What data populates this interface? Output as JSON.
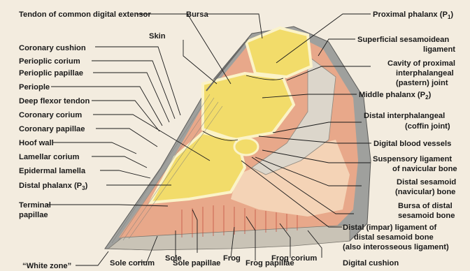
{
  "labels": {
    "tendon_extensor": "Tendon of common digital extensor",
    "bursa": "Bursa",
    "skin": "Skin",
    "coronary_cushion": "Coronary cushion",
    "perioplic_corium": "Perioplic corium",
    "perioplic_papillae": "Perioplic papillae",
    "periople": "Periople",
    "deep_flexor": "Deep flexor tendon",
    "coronary_corium": "Coronary corium",
    "coronary_papillae": "Coronary papillae",
    "hoof_wall": "Hoof wall",
    "lamellar_corium": "Lamellar corium",
    "epidermal_lamella": "Epidermal lamella",
    "distal_phalanx": "Distal phalanx (P",
    "distal_phalanx_sub": "3",
    "distal_phalanx_end": ")",
    "terminal_papillae_1": "Terminal",
    "terminal_papillae_2": "papillae",
    "white_zone": "“White zone”",
    "sole_corium": "Sole corium",
    "sole": "Sole",
    "sole_papillae": "Sole papillae",
    "frog": "Frog",
    "frog_papillae": "Frog papillae",
    "frog_corium": "Frog corium",
    "digital_cushion": "Digital cushion",
    "proximal_phalanx": "Proximal phalanx (P",
    "proximal_phalanx_sub": "1",
    "proximal_phalanx_end": ")",
    "sup_sesamoidean_1": "Superficial sesamoidean",
    "sup_sesamoidean_2": "ligament",
    "cavity_1": "Cavity of proximal",
    "cavity_2": "interphalangeal",
    "cavity_3": "(pastern) joint",
    "middle_phalanx": "Middle phalanx (P",
    "middle_phalanx_sub": "2",
    "middle_phalanx_end": ")",
    "distal_ip_1": "Distal interphalangeal",
    "distal_ip_2": "(coffin joint)",
    "digital_blood": "Digital blood vessels",
    "suspensory_1": "Suspensory ligament",
    "suspensory_2": "of navicular bone",
    "distal_sesamoid_1": "Distal sesamoid",
    "distal_sesamoid_2": "(navicular) bone",
    "bursa_distal_1": "Bursa of distal",
    "bursa_distal_2": "sesamoid bone",
    "impar_1": "Distal (impar) ligament of",
    "impar_2": "distal sesamoid bone",
    "impar_3": "(also interosseous ligament)"
  },
  "colors": {
    "background": "#f3ecdf",
    "bone": "#f2dc6a",
    "bone_cortex": "#fbf3c8",
    "corium": "#e8a88a",
    "horn": "#a8a9a6",
    "tendon": "#d9d3c8"
  }
}
